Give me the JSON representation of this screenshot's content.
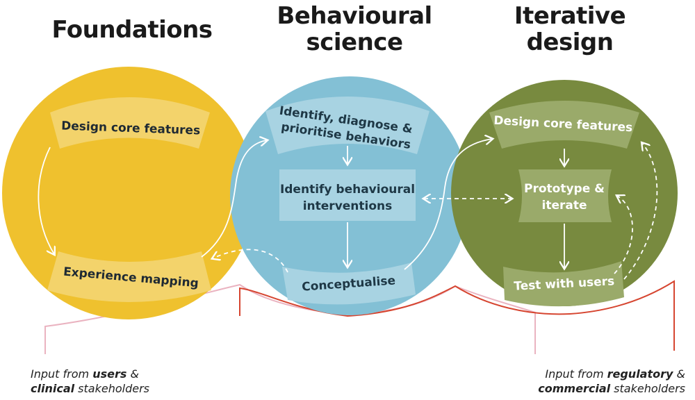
{
  "headings": {
    "foundations": "Foundations",
    "behavioural_line1": "Behavioural",
    "behavioural_line2": "science",
    "iterative_line1": "Iterative",
    "iterative_line2": "design"
  },
  "foundations": {
    "top_label": "Design core features",
    "bottom_label": "Experience mapping"
  },
  "behavioural": {
    "top_label_line1": "Identify, diagnose &",
    "top_label_line2": "prioritise behaviors",
    "middle_label_line1": "Identify behavioural",
    "middle_label_line2": "interventions",
    "bottom_label": "Conceptualise"
  },
  "iterative": {
    "top_label": "Design core features",
    "middle_label_line1": "Prototype &",
    "middle_label_line2": "iterate",
    "bottom_label": "Test with users"
  },
  "footnotes": {
    "left": {
      "prefix": "Input from ",
      "bold1": "users",
      "amp": " &",
      "bold2": "clinical",
      "suffix": " stakeholders"
    },
    "right": {
      "prefix": "Input from ",
      "bold1": "regulatory",
      "amp": " &",
      "bold2": "commercial",
      "suffix": " stakeholders"
    }
  },
  "colors": {
    "foundations": "#efc12e",
    "behavioural": "#83c0d5",
    "iterative": "#788a3f",
    "left_bracket": "#eab3c0",
    "right_bracket": "#d64530"
  }
}
